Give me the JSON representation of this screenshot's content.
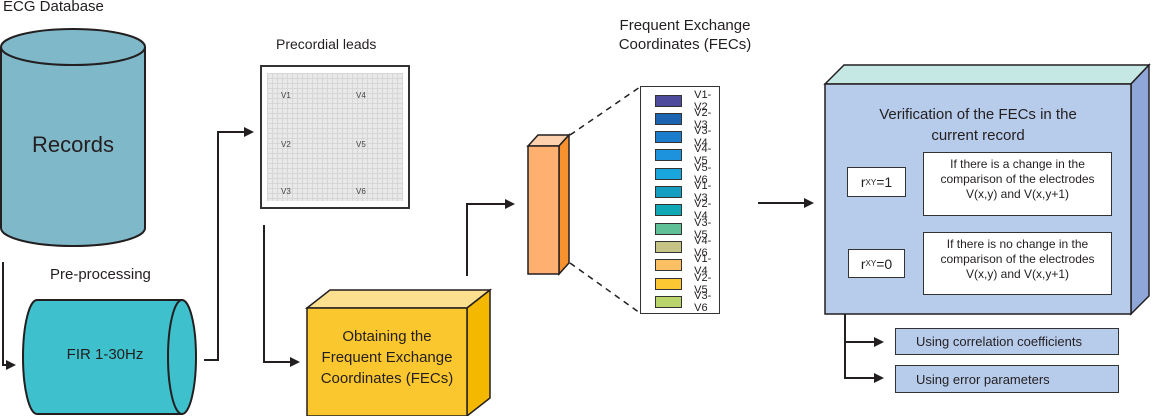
{
  "database": {
    "title": "ECG Database",
    "cylinder_label": "Records",
    "color": "#7fb8c9"
  },
  "preprocessing": {
    "title": "Pre-processing",
    "cylinder_label": "FIR 1-30Hz",
    "color": "#3ec1cc"
  },
  "precordial": {
    "title": "Precordial leads",
    "lead_labels": [
      "V1",
      "V4",
      "V2",
      "V5",
      "V3",
      "V6"
    ]
  },
  "obtaining": {
    "line1": "Obtaining the",
    "line2": "Frequent Exchange",
    "line3": "Coordinates (FECs)",
    "color": "#fbc72e"
  },
  "fecs": {
    "title_line1": "Frequent Exchange",
    "title_line2": "Coordinates (FECs)",
    "bar_color": "#fdb070",
    "items": [
      {
        "label": "V1-V2",
        "color": "#4e4a9c"
      },
      {
        "label": "V2-V3",
        "color": "#1c63b0"
      },
      {
        "label": "V3-V4",
        "color": "#1b7dcc"
      },
      {
        "label": "V4-V5",
        "color": "#1d93dd"
      },
      {
        "label": "V5-V6",
        "color": "#18a6dc"
      },
      {
        "label": "V1-V3",
        "color": "#149fc1"
      },
      {
        "label": "V2-V4",
        "color": "#11a8b5"
      },
      {
        "label": "V3-V5",
        "color": "#5fbf96"
      },
      {
        "label": "V4-V6",
        "color": "#c5c486"
      },
      {
        "label": "V1-V4",
        "color": "#fcc064"
      },
      {
        "label": "V2-V5",
        "color": "#fbc733"
      },
      {
        "label": "V3-V6",
        "color": "#b8d46a"
      }
    ]
  },
  "verification": {
    "title_line1": "Verification of the FECs in the",
    "title_line2": "current record",
    "color": "#b7cbeb",
    "rows": [
      {
        "r_label": "r",
        "r_sub": "XY",
        "r_value": "=1",
        "text_line1": "If there is a change in the",
        "text_line2": "comparison of the electrodes",
        "text_line3": "V(x,y) and V(x,y+1)"
      },
      {
        "r_label": "r",
        "r_sub": "XY",
        "r_value": "=0",
        "text_line1": "If there is no change in the",
        "text_line2": "comparison of the electrodes",
        "text_line3": "V(x,y) and V(x,y+1)"
      }
    ]
  },
  "methods": [
    {
      "label": "Using correlation coefficients"
    },
    {
      "label": "Using error parameters"
    }
  ]
}
